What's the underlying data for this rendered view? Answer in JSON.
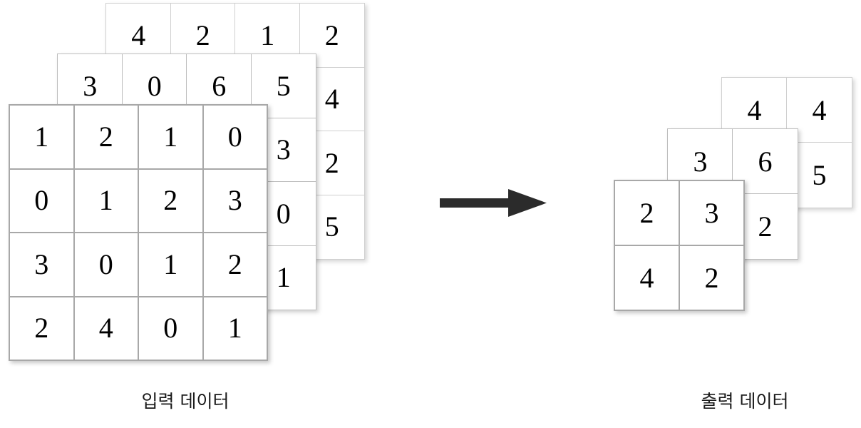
{
  "diagram": {
    "title_visible": false,
    "arrow": {
      "name": "right-arrow",
      "color": "#2b2b2b",
      "direction": "right"
    },
    "colors": {
      "background": "#ffffff",
      "front_grid_line": "#a8a8a8",
      "mid_grid_line": "#bdbdbd",
      "back_grid_line": "#cfcfcf",
      "digit": "#000000",
      "arrow": "#2b2b2b",
      "caption": "#1a1a1a"
    }
  },
  "input": {
    "caption": "입력 데이터",
    "shape": "4x4x3",
    "layers": [
      {
        "name": "input-layer-back",
        "depth": "back",
        "values": [
          [
            "4",
            "2",
            "1",
            "2"
          ],
          [
            "",
            "",
            "",
            "4"
          ],
          [
            "",
            "",
            "",
            "2"
          ],
          [
            "",
            "",
            "",
            "5"
          ]
        ]
      },
      {
        "name": "input-layer-mid",
        "depth": "middle",
        "values": [
          [
            "3",
            "0",
            "6",
            "5"
          ],
          [
            "",
            "",
            "",
            "3"
          ],
          [
            "",
            "",
            "",
            "0"
          ],
          [
            "",
            "",
            "",
            "1"
          ]
        ]
      },
      {
        "name": "input-layer-front",
        "depth": "front",
        "values": [
          [
            "1",
            "2",
            "1",
            "0"
          ],
          [
            "0",
            "1",
            "2",
            "3"
          ],
          [
            "3",
            "0",
            "1",
            "2"
          ],
          [
            "2",
            "4",
            "0",
            "1"
          ]
        ]
      }
    ]
  },
  "output": {
    "caption": "출력 데이터",
    "shape": "2x2x3",
    "layers": [
      {
        "name": "output-layer-back",
        "depth": "back",
        "values": [
          [
            "4",
            "4"
          ],
          [
            "",
            "5"
          ]
        ]
      },
      {
        "name": "output-layer-mid",
        "depth": "middle",
        "values": [
          [
            "3",
            "6"
          ],
          [
            "",
            "2"
          ]
        ]
      },
      {
        "name": "output-layer-front",
        "depth": "front",
        "values": [
          [
            "2",
            "3"
          ],
          [
            "4",
            "2"
          ]
        ]
      }
    ]
  }
}
